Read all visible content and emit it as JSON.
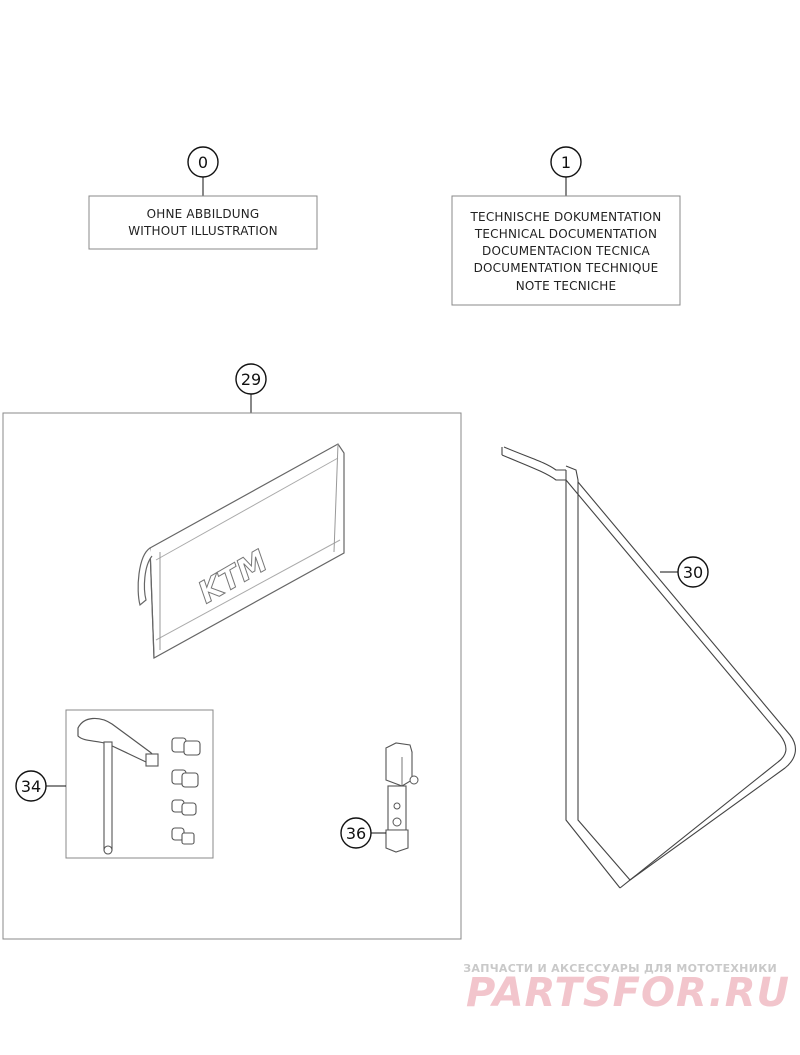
{
  "callouts": {
    "c0": "0",
    "c1": "1",
    "c29": "29",
    "c30": "30",
    "c34": "34",
    "c36": "36"
  },
  "box0": {
    "lines": [
      "OHNE ABBILDUNG",
      "WITHOUT ILLUSTRATION"
    ]
  },
  "box1": {
    "lines": [
      "TECHNISCHE DOKUMENTATION",
      "TECHNICAL DOCUMENTATION",
      "DOCUMENTACION TECNICA",
      "DOCUMENTATION TECHNIQUE",
      "NOTE TECNICHE"
    ]
  },
  "tool_bag": {
    "logo": "KTM"
  },
  "watermark": {
    "tagline": "ЗАПЧАСТИ И АКСЕССУАРЫ ДЛЯ МОТОТЕХНИКИ",
    "brand": "PARTSFOR.RU"
  }
}
